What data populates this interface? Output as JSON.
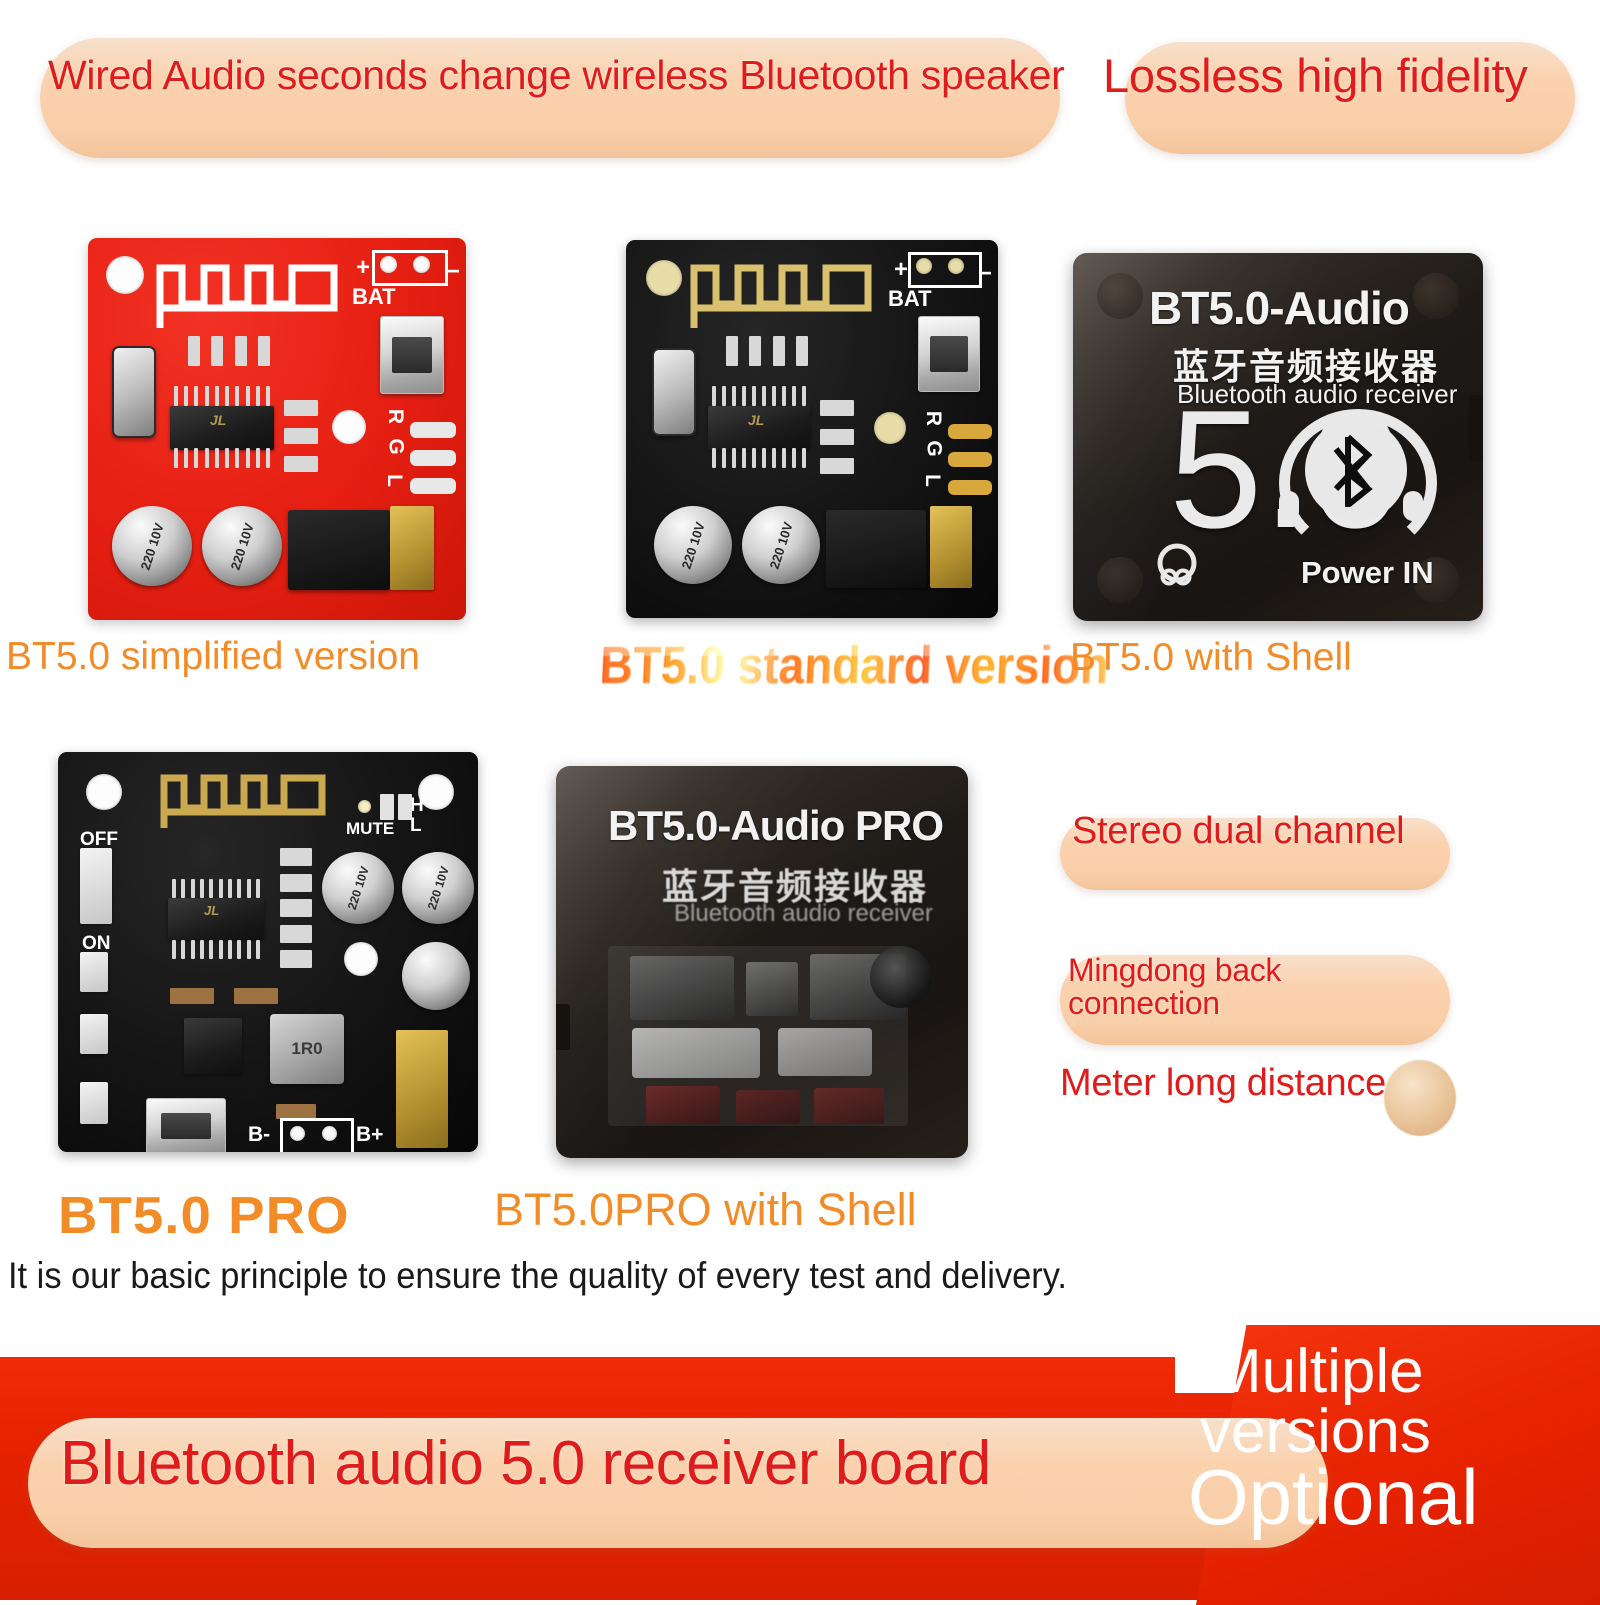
{
  "banners": {
    "top_left": "Wired Audio seconds change wireless Bluetooth speaker",
    "top_right": "Lossless high fidelity"
  },
  "products": [
    {
      "id": "bt50-simplified",
      "caption": "BT5.0 simplified version",
      "board_color": "#e51f12",
      "silk": {
        "bat": "BAT",
        "plus": "+",
        "minus": "−",
        "lgr": [
          "L",
          "G",
          "R"
        ]
      },
      "chip_logo": "JL",
      "caps": [
        "220 10V",
        "220 10V"
      ]
    },
    {
      "id": "bt50-standard",
      "caption_glitched": "BT5.0 standard version",
      "board_color": "#141414",
      "silk": {
        "bat": "BAT",
        "plus": "+",
        "minus": "−",
        "lgr": [
          "L",
          "G",
          "R"
        ]
      },
      "chip_logo": "JL",
      "caps": [
        "220 10V",
        "220 10V"
      ]
    },
    {
      "id": "bt50-with-shell",
      "caption": "BT5.0 with Shell",
      "shell": {
        "title": "BT5.0-Audio",
        "subtitle_cn": "蓝牙音频接收器",
        "subtitle_en": "Bluetooth audio receiver",
        "version": "5.0",
        "power_label": "Power IN",
        "headphone_icon": "headphone-icon",
        "bluetooth_icon": "bluetooth-icon"
      }
    },
    {
      "id": "bt50-pro",
      "caption": "BT5.0 PRO",
      "board_color": "#141414",
      "silk": {
        "off": "OFF",
        "on": "ON",
        "mute": "MUTE",
        "h": "H",
        "l": "L",
        "b_minus": "B-",
        "b_plus": "B+"
      },
      "chip_logo": "JL",
      "inductor": "1R0",
      "caps": [
        "220 10V",
        "220 10V"
      ]
    },
    {
      "id": "bt50-pro-with-shell",
      "caption": "BT5.0PRO with Shell",
      "shell": {
        "title": "BT5.0-Audio PRO",
        "subtitle_cn": "蓝牙音频接收器",
        "subtitle_en": "Bluetooth audio receiver"
      }
    }
  ],
  "features": [
    {
      "label": "Stereo dual channel",
      "style": "pill"
    },
    {
      "label": "Mingdong back\nconnection",
      "line1": "Mingdong back",
      "line2": "connection",
      "style": "pill"
    },
    {
      "label": "Meter long distance",
      "style": "plain"
    }
  ],
  "tagline": "It is our basic principle to ensure the quality of every test and delivery.",
  "footer": {
    "title": "Bluetooth audio 5.0 receiver board",
    "optional_line1": "Multiple",
    "optional_line2": "versions",
    "optional_line3": "Optional"
  },
  "colors": {
    "peach": "#fad2ad",
    "red_text": "#e01b1b",
    "orange_caption": "#f28c28",
    "banner_red": "#e62200",
    "board_red": "#e51f12",
    "board_black": "#141414"
  }
}
